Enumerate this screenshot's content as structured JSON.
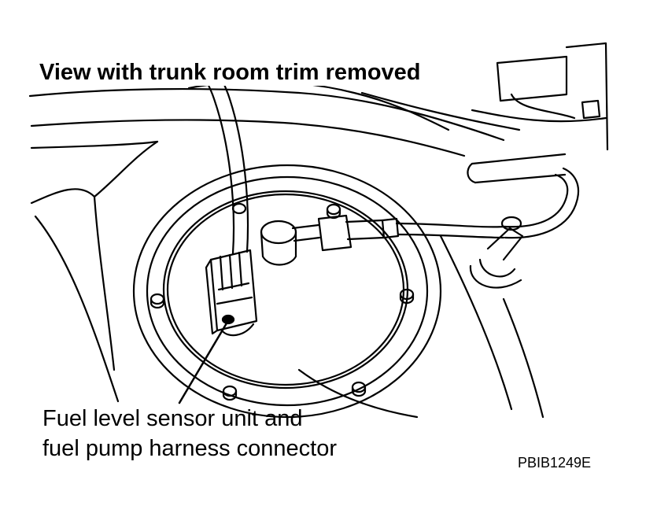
{
  "title": "View with trunk room trim removed",
  "callout": {
    "line1": "Fuel level sensor unit and",
    "line2": "fuel pump harness connector"
  },
  "figure_code": "PBIB1249E",
  "colors": {
    "line": "#000000",
    "background": "#ffffff"
  }
}
